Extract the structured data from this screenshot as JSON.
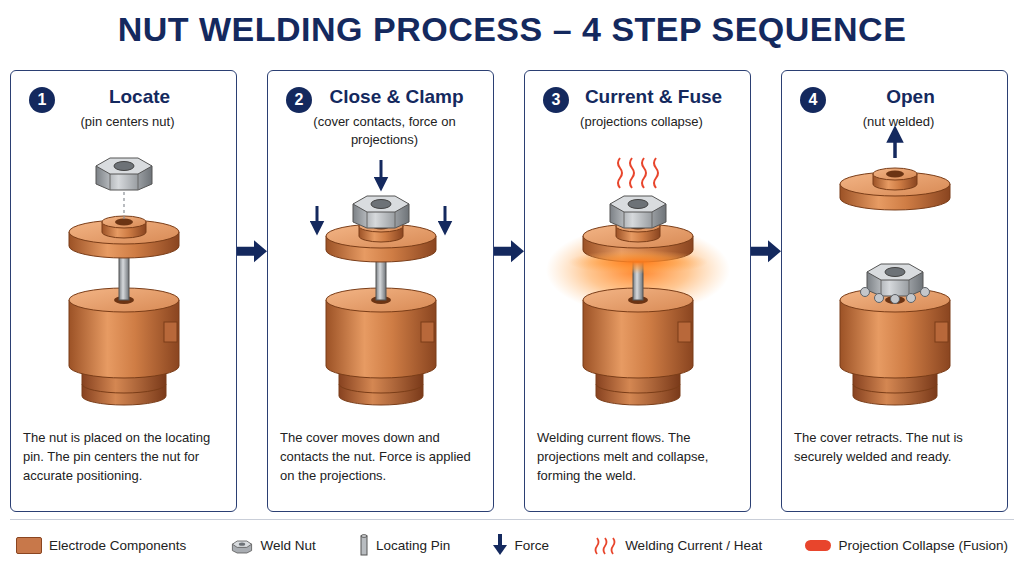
{
  "diagram": {
    "title": "NUT WELDING PROCESS – 4 STEP SEQUENCE",
    "nodes": [
      {
        "text": [
          "Locate",
          "(pin centers nut)",
          "The nut is placed on the locating pin. The pin centers the nut for accurate positioning."
        ]
      },
      {
        "text": [
          "1"
        ],
        "in": 0
      },
      {
        "text": [
          "Close & Clamp",
          "(cover contacts, force on projections)",
          "The cover moves down and contacts the nut. Force is applied on the projections."
        ]
      },
      {
        "text": [
          "2"
        ],
        "in": 2
      },
      {
        "text": [
          "Current & Fuse",
          "(projections collapse)",
          "Welding current flows. The projections melt and collapse, forming the weld."
        ]
      },
      {
        "text": [
          "3"
        ],
        "in": 4
      },
      {
        "text": [
          "Open",
          "(nut welded)",
          "The cover retracts. The nut is securely welded and ready."
        ]
      },
      {
        "text": [
          "4"
        ],
        "in": 6
      }
    ],
    "edges": [
      {
        "from": 0,
        "to": 2,
        "arrow": "to"
      },
      {
        "from": 2,
        "to": 4,
        "arrow": "to"
      },
      {
        "from": 4,
        "to": 6,
        "arrow": "to"
      }
    ],
    "legend": [
      {
        "text": "Electrode Components",
        "color": "#c8784a"
      },
      {
        "text": "Weld Nut"
      },
      {
        "text": "Locating Pin"
      },
      {
        "text": "Force"
      },
      {
        "text": "Welding Current / Heat"
      },
      {
        "text": "Projection Collapse (Fusion)",
        "color": "#e8452c"
      }
    ]
  }
}
